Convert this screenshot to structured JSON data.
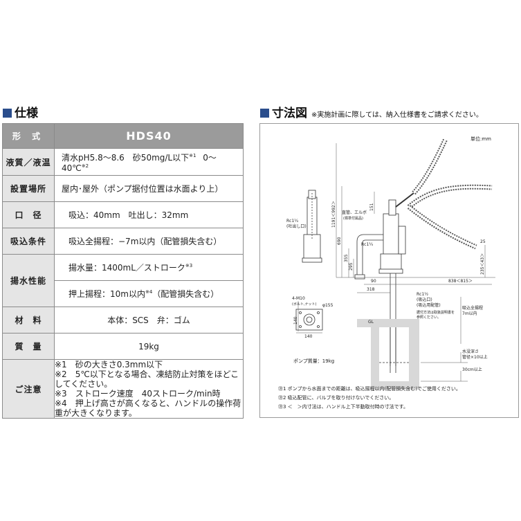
{
  "spec": {
    "title": "仕様",
    "rows": {
      "model_label": "形 式",
      "model_value": "HDS40",
      "liquid_label": "液質／液温",
      "liquid_value": "清水pH5.8～8.6　砂50mg/L以下",
      "liquid_mark1": "※1",
      "liquid_temp": "0～40℃",
      "liquid_mark2": "※2",
      "place_label": "設置場所",
      "place_value": "屋内･屋外（ポンプ据付位置は水面より上）",
      "bore_label": "口　径",
      "bore_value": "吸込：40mm　吐出し：32mm",
      "suction_label": "吸込条件",
      "suction_value": "吸込全揚程：−7m以内（配管損失含む）",
      "perf_label": "揚水性能",
      "perf_value1": "揚水量：1400mL／ストローク",
      "perf_mark1": "※3",
      "perf_value2": "押上揚程：10m以内",
      "perf_mark2": "※4",
      "perf_value2b": "（配管損失含む）",
      "material_label": "材　料",
      "material_value": "本体：SCS　弁：ゴム",
      "mass_label": "質　量",
      "mass_value": "19kg",
      "notes_label": "ご注意",
      "notes": [
        "※1　砂の大きさ0.3mm以下",
        "※2　5℃以下となる場合、凍結防止対策をほどこしてください。",
        "※3　ストローク速度　40ストローク/min時",
        "※4　押上げ高さが高くなると、ハンドルの操作荷重が大きくなります。"
      ]
    }
  },
  "dimension": {
    "title": "寸法図",
    "note": "※実施計画に際しては、納入仕様書をご請求ください。",
    "unit": "単位:mm",
    "labels": {
      "d1191": "1191＜992＞",
      "d151": "151",
      "d690": "690",
      "d355": "355",
      "d295": "295",
      "d25": "25",
      "d235": "235＜43＞",
      "d90": "90",
      "d318": "318",
      "d838": "838＜815＞",
      "rc114a": "Rc1¼",
      "rc114a_sub": "(吐出し口)",
      "elbow1": "直管、エルボ",
      "elbow2": "(標準付属品)",
      "rc114b": "Rc1¼",
      "rc112": "Rc1½",
      "rc112_sub": "(吸込口)",
      "suction_pipe": "(吸込用配管)",
      "mount1": "据付方法は取扱説明書を",
      "mount2": "参照ください。",
      "m10": "4-M10",
      "m10_sub": "(ボルト,ナット)",
      "phi155": "φ155",
      "d140a": "140",
      "d140b": "140",
      "gl": "GL",
      "suction_total1": "吸込全揚程",
      "suction_total2": "7m以内",
      "water_depth1": "水没深さ",
      "water_depth2": "管径×10以上",
      "bottom": "30cm以上",
      "mass": "ポンプ質量：19kg"
    },
    "footnotes": [
      "㊟1 ポンプから水面までの距離は、吸込揚程以内(配管損失含む)でご使用ください。",
      "㊟2 吸込配管に、バルブを取り付けないでください。",
      "㊟3 ＜　＞内寸法は、ハンドル上下半動取付時の寸法です。"
    ]
  }
}
